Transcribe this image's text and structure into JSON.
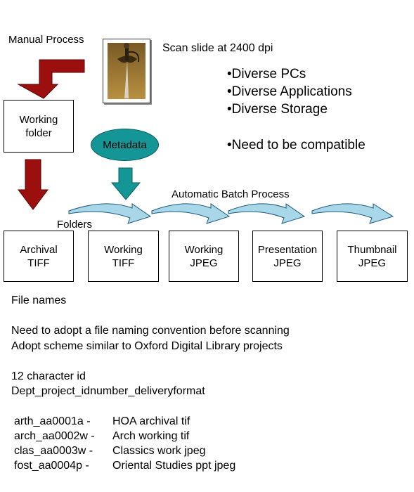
{
  "manual_process_label": "Manual Process",
  "scan_label": "Scan slide at 2400 dpi",
  "bullets": [
    "•Diverse PCs",
    "•Diverse Applications",
    "•Diverse Storage"
  ],
  "compatible_bullet": "•Need to be compatible",
  "working_folder": {
    "line1": "Working",
    "line2": "folder"
  },
  "metadata_label": "Metadata",
  "automatic_label": "Automatic Batch Process",
  "folders_label": "Folders",
  "folders": [
    {
      "line1": "Archival",
      "line2": "TIFF"
    },
    {
      "line1": "Working",
      "line2": "TIFF"
    },
    {
      "line1": "Working",
      "line2": "JPEG"
    },
    {
      "line1": "Presentation",
      "line2": "JPEG"
    },
    {
      "line1": "Thumbnail",
      "line2": "JPEG"
    }
  ],
  "file_names": {
    "heading": "File names",
    "lines": [
      "Need to adopt a file naming convention before scanning",
      "Adopt scheme similar to Oxford Digital Library projects"
    ],
    "id_lines": [
      "12 character id",
      "Dept_project_idnumber_deliveryformat"
    ],
    "examples": [
      {
        "code": "arth_aa0001a -",
        "desc": "HOA archival tif"
      },
      {
        "code": "arch_aa0002w -",
        "desc": "Arch working tif"
      },
      {
        "code": "clas_aa0003w -",
        "desc": "Classics work jpeg"
      },
      {
        "code": "fost_aa0004p -",
        "desc": "Oriental Studies ppt jpeg"
      }
    ]
  },
  "colors": {
    "red_arrow": "#9c0f0f",
    "teal": "#139695",
    "light_blue": "#a8d7ea"
  }
}
